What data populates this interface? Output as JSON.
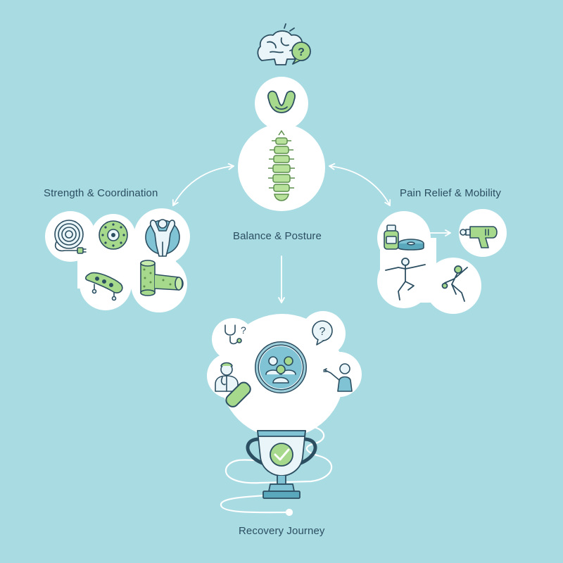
{
  "diagram": {
    "background": "#a9dbe3",
    "line_color": "#2c4e61",
    "accent_green": "#a7d98c",
    "accent_blue": "#7fc3d4",
    "labels": {
      "strength": "Strength & Coordination",
      "pain": "Pain Relief & Mobility",
      "balance": "Balance & Posture",
      "recovery": "Recovery Journey"
    },
    "icons": {
      "top": [
        "brain-icon",
        "question-bubble-icon"
      ],
      "core": [
        "flexed-bicep-icon",
        "spine-icon"
      ],
      "strength_cluster": [
        "resistance-band-coil-icon",
        "balance-disc-icon",
        "strongman-icon",
        "balance-board-icon",
        "foam-roller-icon"
      ],
      "pain_cluster": [
        "supplement-bottle-icon",
        "weight-plate-icon",
        "massage-gun-icon",
        "yoga-pose-icon",
        "stretching-figure-icon"
      ],
      "consult_cluster": [
        "stethoscope-icon",
        "question-bubble-icon",
        "doctor-icon",
        "magnifier-people-icon",
        "coach-pointing-icon"
      ],
      "goal": [
        "trophy-checkmark-icon",
        "winding-path-icon"
      ]
    }
  }
}
